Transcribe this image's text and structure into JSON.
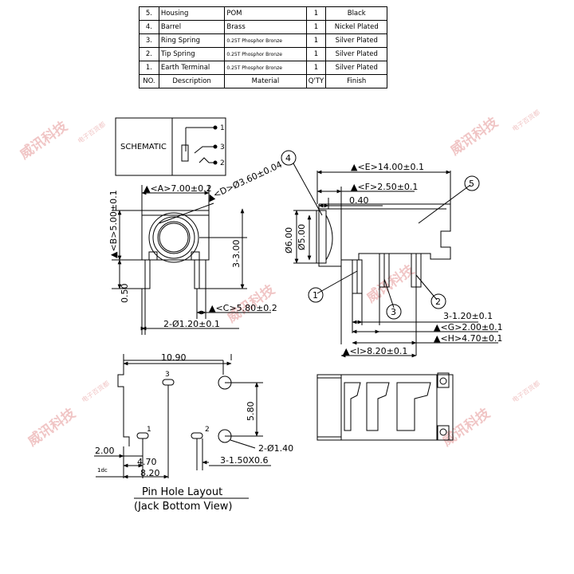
{
  "bom": {
    "header": {
      "no": "NO.",
      "description": "Description",
      "material": "Material",
      "qty": "Q'TY",
      "finish": "Finish"
    },
    "rows": [
      {
        "no": "5.",
        "description": "Housing",
        "material": "POM",
        "qty": "1",
        "finish": "Black"
      },
      {
        "no": "4.",
        "description": "Barrel",
        "material": "Brass",
        "qty": "1",
        "finish": "Nickel Plated"
      },
      {
        "no": "3.",
        "description": "Ring Spring",
        "material": "0.25T Phosphor Bronze",
        "qty": "1",
        "finish": "Silver Plated"
      },
      {
        "no": "2.",
        "description": "Tip Spring",
        "material": "0.25T Phosphor Bronze",
        "qty": "1",
        "finish": "Silver Plated"
      },
      {
        "no": "1.",
        "description": "Earth Terminal",
        "material": "0.25T Phosphor Bronze",
        "qty": "1",
        "finish": "Silver Plated"
      }
    ]
  },
  "schematic": {
    "label": "SCHEMATIC",
    "pins": [
      "1",
      "3",
      "2"
    ]
  },
  "front_view": {
    "dim_a": "▲<A>7.00±0.2",
    "dim_b": "▲<B>5.00±0.1",
    "dim_d": "▲<D>Ø3.60±0.04",
    "dim_3_00": "3-3.00",
    "dim_0_50": "0.50",
    "dim_c": "▲<C>5.80±0.2",
    "dim_pins": "2-Ø1.20±0.1"
  },
  "side_view": {
    "dim_e": "▲<E>14.00±0.1",
    "dim_f": "▲<F>2.50±0.1",
    "dim_0_40": "0.40",
    "dim_6_00": "Ø6.00",
    "dim_5_00": "Ø5.00",
    "dim_3_1_20": "3-1.20±0.1",
    "dim_g": "▲<G>2.00±0.1",
    "dim_h": "▲<H>4.70±0.1",
    "dim_i": "▲<I>8.20±0.1",
    "balloons": [
      "4",
      "5",
      "1",
      "3",
      "2"
    ]
  },
  "pin_layout": {
    "dim_10_90": "10.90",
    "dim_5_80": "5.80",
    "dim_2_00": "2.00",
    "dim_4_70": "4.70",
    "dim_8_20": "8.20",
    "dim_holes": "2-Ø1.40",
    "dim_slots": "3-1.50X0.6",
    "dim_small": "1dc",
    "pin_labels": [
      "3",
      "1",
      "2"
    ],
    "title": "Pin Hole Layout",
    "subtitle": "(Jack Bottom View)"
  },
  "watermark": {
    "text": "威讯科技",
    "sub": "电子百货都"
  }
}
